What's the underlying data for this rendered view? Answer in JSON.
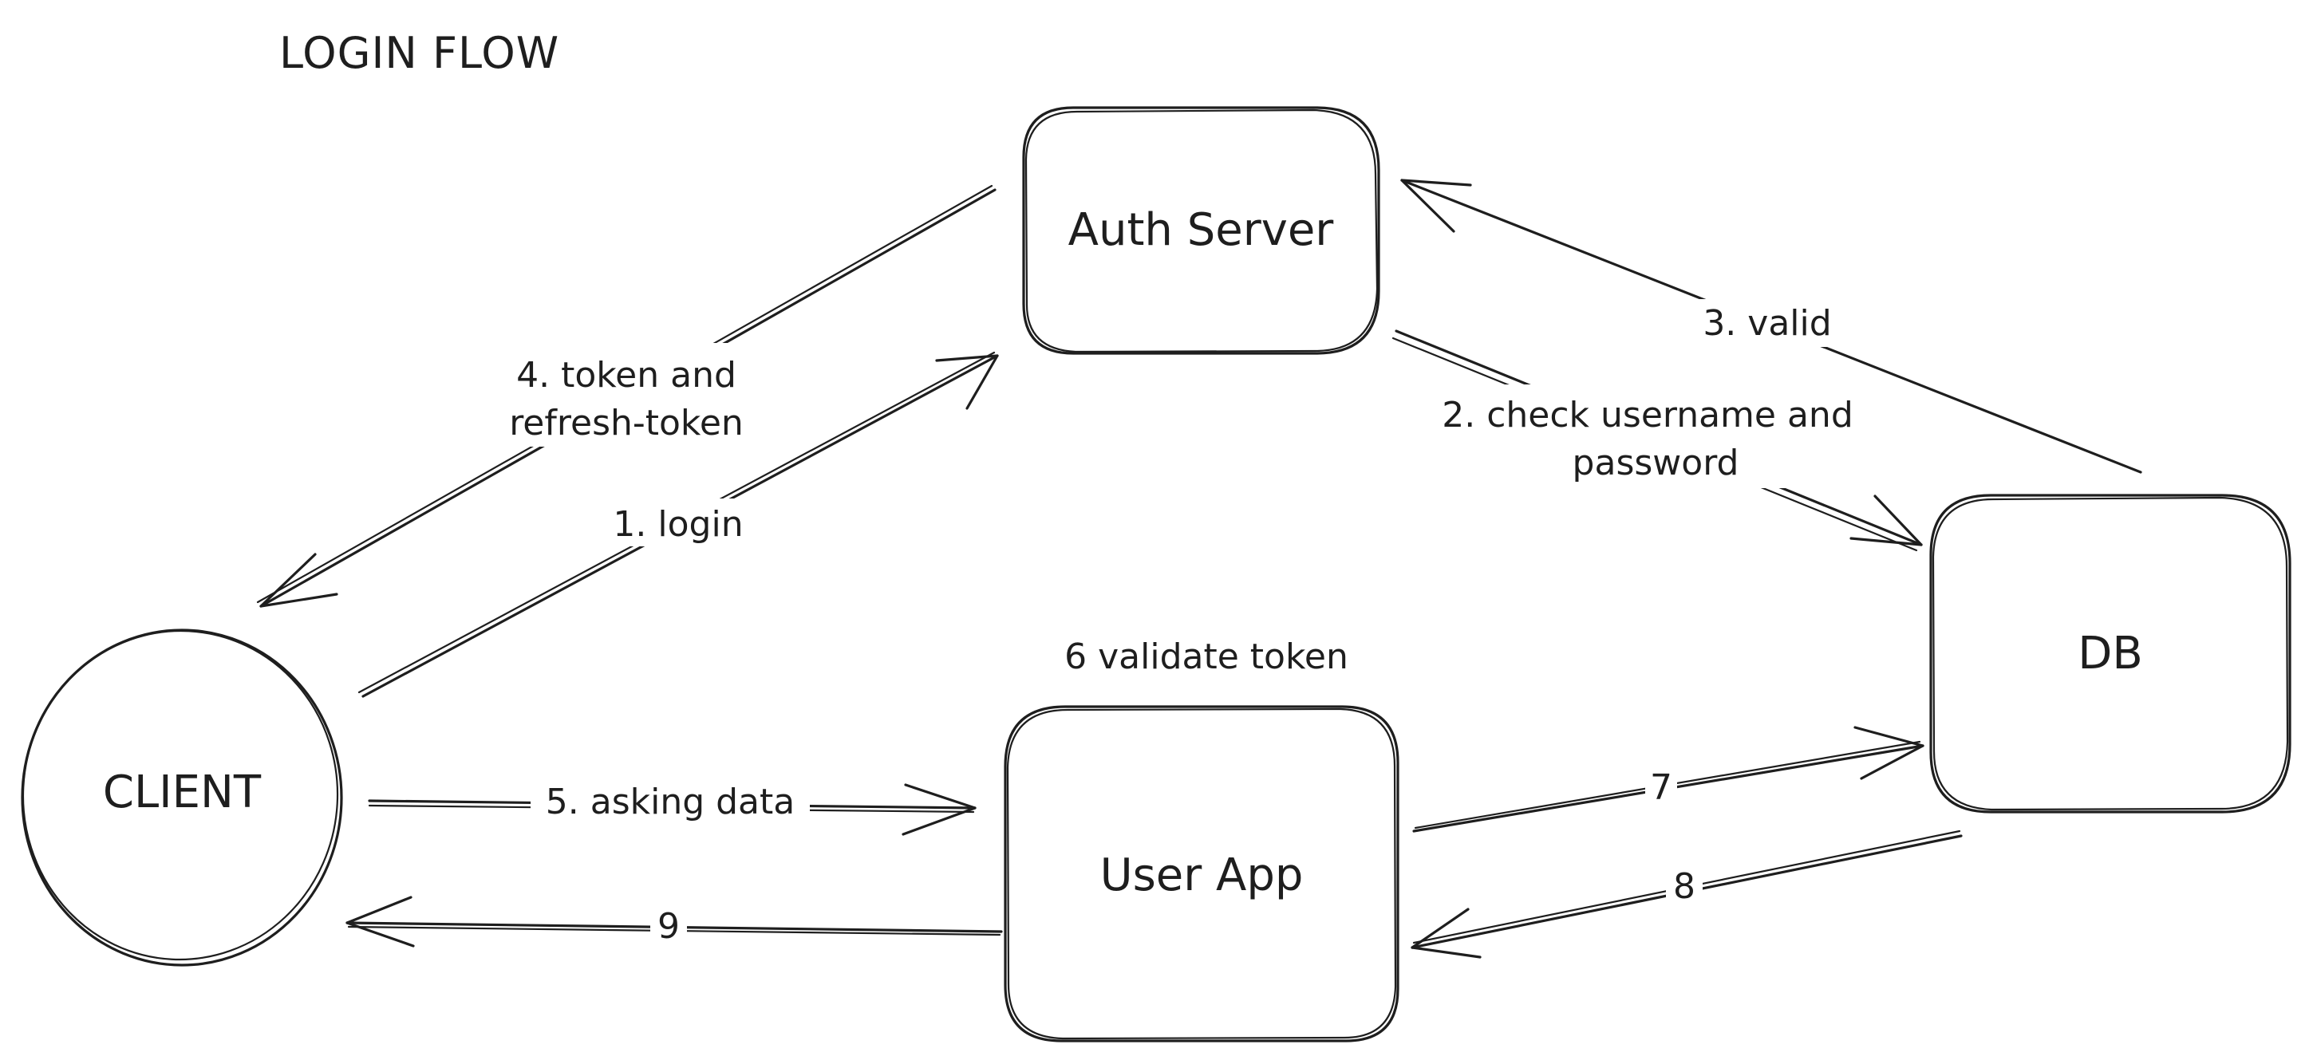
{
  "diagram": {
    "title": "LOGIN FLOW",
    "nodes": {
      "auth_server": "Auth Server",
      "db": "DB",
      "client": "CLIENT",
      "user_app": "User App"
    },
    "edges": {
      "login": "1. login",
      "check_line1": "2. check username and",
      "check_line2": "password",
      "valid": "3. valid",
      "token_line1": "4. token and",
      "token_line2": "refresh-token",
      "asking_data": "5. asking data",
      "validate_token": "6 validate token",
      "seven": "7",
      "eight": "8",
      "nine": "9"
    }
  }
}
